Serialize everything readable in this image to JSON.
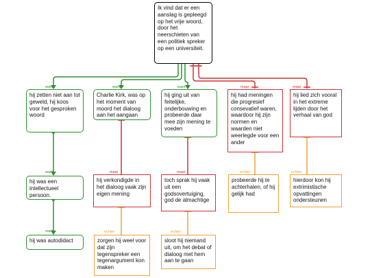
{
  "colors": {
    "support": "#2f8f2f",
    "attack": "#d03030",
    "undercut": "#f0a030",
    "root": "#000000"
  },
  "root": {
    "text": "Ik vind dat er een aanslag is gepleegd op het vrije woord, door het neerschieten van een politiek spreker op een universiteit."
  },
  "nodes": {
    "n1": {
      "text": "hij zetten niet aan tot geweld, hij koos voor het gesproken woord",
      "relation_label": "want"
    },
    "n2": {
      "text": "Charlie Kirk, was op het moment van moord het dialoog aan het aangaan",
      "relation_label": "want"
    },
    "n3": {
      "text": "hij ging uit van feitelijke, onderbouwing en probeerde daar mee zijn mening te voeden",
      "relation_label": "want"
    },
    "n4": {
      "text": "hij had meningen die progresief consevatief waren, waardoor hij zijn normen en waarden niet weerlegde voor een ander",
      "relation_label": "maar"
    },
    "n5": {
      "text": "hij lied zich vooral in het extreme lijden door het verhaal van god",
      "relation_label": "maar"
    },
    "n1a": {
      "text": "hij was een intellectueel persoon.",
      "relation_label": "want"
    },
    "n1b": {
      "text": "hij was autodidact",
      "relation_label": "want"
    },
    "n2a": {
      "text": "hij verkondigde in het dialoog vaak zijn eigen mening",
      "relation_label": "maar"
    },
    "n2b": {
      "text": "zorgen hij weel voor dat zijn tegenspreker een tegenargument kon maken",
      "relation_label": "echter"
    },
    "n3a": {
      "text": "toch sprak hij vaak uit een godsovertuiging, god de almachtige",
      "relation_label": "maar"
    },
    "n3b": {
      "text": "sloot hij niemand uit, om het debat of dialoog met hem aan te gaan",
      "relation_label": "echter"
    },
    "n4a": {
      "text": "probeerde hij te achterhalen, of hij gelijk had",
      "relation_label": "echter"
    },
    "n5a": {
      "text": "hierdoor kon hij extrimistische opvattingen ondersteunen",
      "relation_label": "echter"
    }
  }
}
